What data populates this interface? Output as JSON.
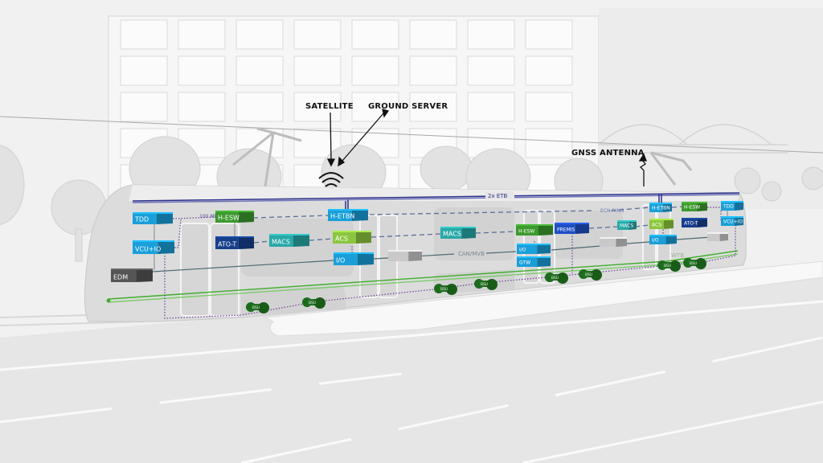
{
  "callouts": {
    "satellite": "SATELLITE",
    "ground_server": "GROUND SERVER",
    "gnss_antenna": "GNSS ANTENNA"
  },
  "bus_labels": {
    "etb": "2x ETB",
    "eth_100": "100 Mbps ETH",
    "ecn_ring": "ECN RING",
    "can_mvb": "CAN/MVB",
    "wtb": "WTB"
  },
  "colors": {
    "cyan_blue": "#1a9fd9",
    "teal": "#2aa8a8",
    "green": "#3c9a2e",
    "lime": "#8cc63f",
    "dark_blue": "#163e8c",
    "royal_blue": "#1f4fc4",
    "dark_grey": "#555555",
    "light_grey": "#c9c9c9",
    "etb_line": "#2a2f8a",
    "ecn_line": "#5a6f9a",
    "can_line": "#4d6a74",
    "wtb_line": "#3fae2a",
    "dotted_line": "#6a3f9a",
    "bsu_green": "#1c6b1c"
  },
  "modules": [
    {
      "id": "tdd-front",
      "label": "TDD",
      "color": "cyan_blue"
    },
    {
      "id": "vcu-io-front",
      "label": "VCU+IO",
      "color": "cyan_blue"
    },
    {
      "id": "edm",
      "label": "EDM",
      "color": "dark_grey"
    },
    {
      "id": "h-esw-front",
      "label": "H-ESW",
      "color": "green"
    },
    {
      "id": "ato-t-front",
      "label": "ATO-T",
      "color": "dark_blue"
    },
    {
      "id": "macs-1",
      "label": "MACS",
      "color": "teal"
    },
    {
      "id": "h-etbn-1",
      "label": "H-ETBN",
      "color": "cyan_blue"
    },
    {
      "id": "acs-1",
      "label": "ACS",
      "color": "lime"
    },
    {
      "id": "io-1",
      "label": "I/O",
      "color": "cyan_blue"
    },
    {
      "id": "grey-1",
      "label": "",
      "color": "light_grey"
    },
    {
      "id": "macs-2",
      "label": "MACS",
      "color": "teal"
    },
    {
      "id": "h-esw-mid",
      "label": "H-ESW",
      "color": "green"
    },
    {
      "id": "premis",
      "label": "PREMIS",
      "color": "royal_blue"
    },
    {
      "id": "io-2",
      "label": "I/O",
      "color": "cyan_blue"
    },
    {
      "id": "gtw",
      "label": "GTW",
      "color": "cyan_blue"
    },
    {
      "id": "grey-2",
      "label": "",
      "color": "light_grey"
    },
    {
      "id": "macs-3",
      "label": "MACS",
      "color": "teal"
    },
    {
      "id": "h-etbn-2",
      "label": "H-ETBN",
      "color": "cyan_blue"
    },
    {
      "id": "acs-2",
      "label": "ACS",
      "color": "lime"
    },
    {
      "id": "io-3",
      "label": "I/O",
      "color": "cyan_blue"
    },
    {
      "id": "h-esw-rear",
      "label": "H-ESW",
      "color": "green"
    },
    {
      "id": "ato-t-rear",
      "label": "ATO-T",
      "color": "dark_blue"
    },
    {
      "id": "grey-3",
      "label": "",
      "color": "light_grey"
    },
    {
      "id": "tdd-rear",
      "label": "TDD",
      "color": "cyan_blue"
    },
    {
      "id": "vcu-io-rear",
      "label": "VCU+IO",
      "color": "cyan_blue"
    }
  ],
  "bsu_label": "BSU",
  "bsu_count": 8
}
